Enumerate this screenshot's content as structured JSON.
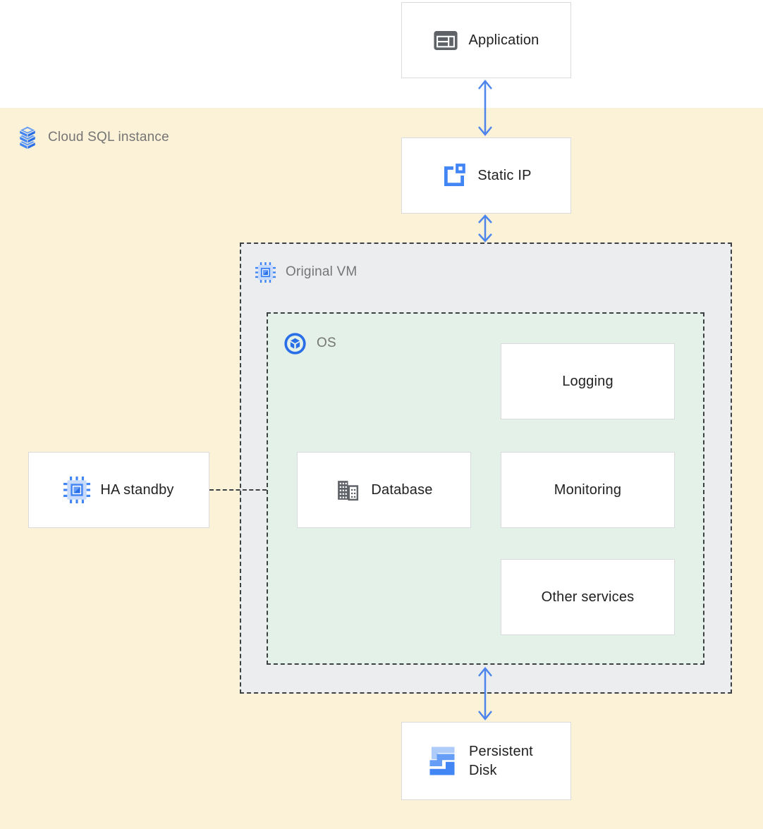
{
  "colors": {
    "bgYellow": "#FBF2D7",
    "bgGray": "#EBEDEF",
    "bgGreen": "#E3F1E8",
    "borderLight": "#D9DBDE",
    "dash": "#3C4043",
    "textGray": "#757575",
    "textDark": "#212121",
    "arrow": "#4E85EC",
    "blue": "#4285F4",
    "blueLight": "#AECBFA",
    "blueMid": "#669DF6",
    "blueDark": "#2A6FE8",
    "grayIcon": "#5F6368"
  },
  "zones": {
    "cloud_sql": {
      "label": "Cloud SQL instance",
      "icon": "cloud-sql-icon"
    },
    "original_vm": {
      "label": "Original VM",
      "icon": "compute-engine-icon"
    },
    "os": {
      "label": "OS",
      "icon": "os-icon"
    }
  },
  "nodes": {
    "application": {
      "label": "Application",
      "icon": "app-window-icon"
    },
    "static_ip": {
      "label": "Static IP",
      "icon": "external-ip-icon"
    },
    "logging": {
      "label": "Logging"
    },
    "database": {
      "label": "Database",
      "icon": "database-icon"
    },
    "monitoring": {
      "label": "Monitoring"
    },
    "other_services": {
      "label": "Other services"
    },
    "ha_standby": {
      "label": "HA standby",
      "icon": "compute-engine-icon"
    },
    "persistent_disk": {
      "label": "Persistent Disk",
      "icon": "persistent-disk-icon"
    }
  },
  "edges": [
    {
      "from": "application",
      "to": "static_ip",
      "style": "double-arrow"
    },
    {
      "from": "static_ip",
      "to": "original_vm",
      "style": "double-arrow"
    },
    {
      "from": "os",
      "to": "persistent_disk",
      "style": "double-arrow"
    },
    {
      "from": "ha_standby",
      "to": "os",
      "style": "dashed-line"
    }
  ]
}
